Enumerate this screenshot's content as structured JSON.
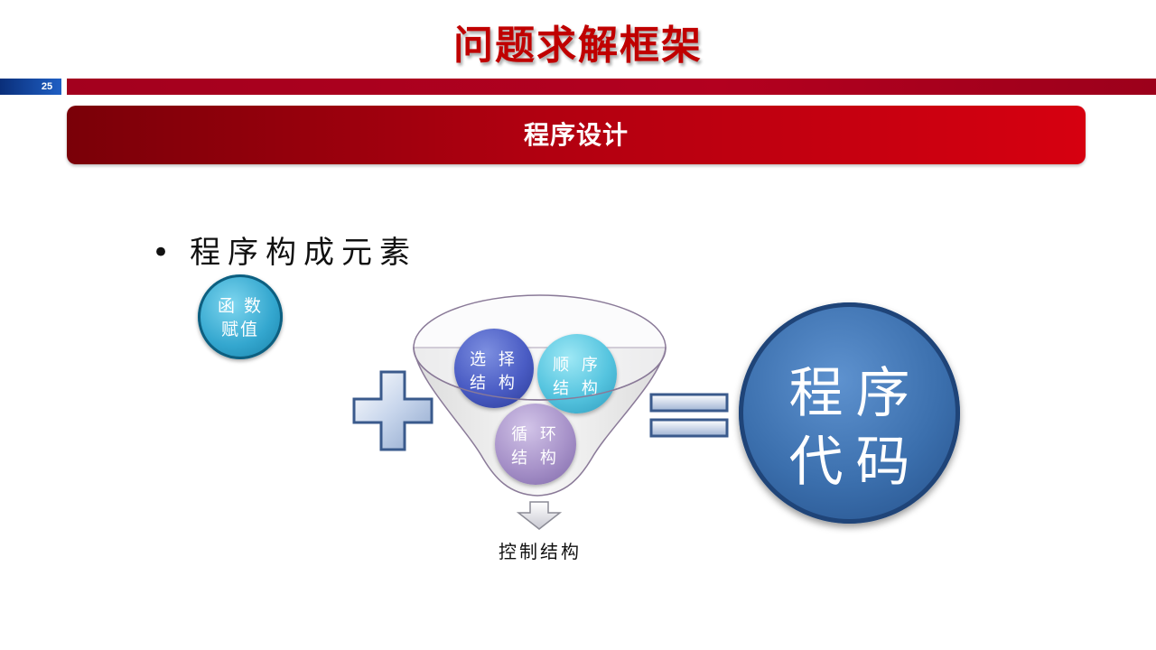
{
  "header": {
    "title": "问题求解框架",
    "page_number": "25"
  },
  "banner": {
    "text": "程序设计"
  },
  "bullet": {
    "text": "程序构成元素"
  },
  "elements": {
    "assignment": {
      "line1": "函 数",
      "line2": "赋值"
    },
    "selection": {
      "line1": "选 择",
      "line2": "结 构"
    },
    "sequence": {
      "line1": "顺 序",
      "line2": "结 构"
    },
    "loop": {
      "line1": "循 环",
      "line2": "结 构"
    }
  },
  "control_label": "控制结构",
  "result": {
    "line1": "程序",
    "line2": "代码"
  },
  "colors": {
    "accent_red": "#c00000",
    "banner_red": "#b00010",
    "page_blue": "#1f5fc4"
  }
}
